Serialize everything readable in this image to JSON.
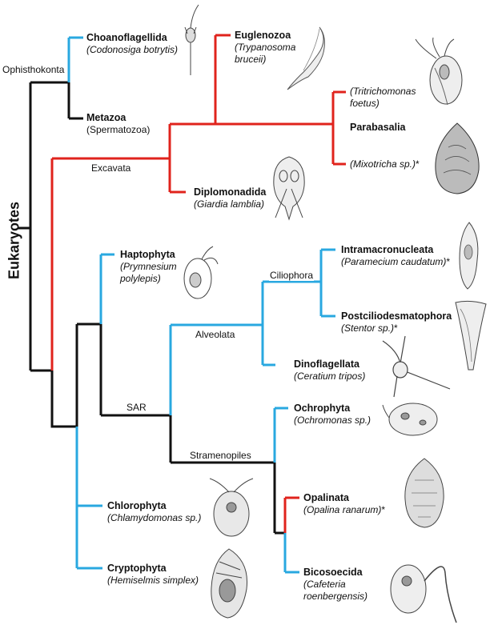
{
  "colors": {
    "blue": "#29a8e0",
    "red": "#e0231c",
    "black": "#111111"
  },
  "root_label": "Eukaryotes",
  "clades": {
    "ophisthokonta": "Ophisthokonta",
    "excavata": "Excavata",
    "sar": "SAR",
    "alveolata": "Alveolata",
    "ciliophora": "Ciliophora",
    "stramenopiles": "Stramenopiles"
  },
  "taxa": {
    "choanoflagellida": {
      "name": "Choanoflagellida",
      "species": "(Codonosiga botrytis)"
    },
    "metazoa": {
      "name": "Metazoa",
      "species": "(Spermatozoa)"
    },
    "euglenozoa": {
      "name": "Euglenozoa",
      "species1": "(Trypanosoma",
      "species2": "bruceii)"
    },
    "tritrichomonas": {
      "species1": "(Tritrichomonas",
      "species2": "foetus)"
    },
    "parabasalia": {
      "name": "Parabasalia"
    },
    "mixotricha": {
      "species": "(Mixotricha sp.)",
      "mark": "*"
    },
    "diplomonadida": {
      "name": "Diplomonadida",
      "species": "(Giardia lamblia)"
    },
    "haptophyta": {
      "name": "Haptophyta",
      "species1": "(Prymnesium",
      "species2": "polylepis)"
    },
    "intramacronucleata": {
      "name": "Intramacronucleata",
      "species": "(Paramecium caudatum)",
      "mark": "*"
    },
    "postciliodesmatophora": {
      "name": "Postciliodesmatophora",
      "species": "(Stentor sp.)",
      "mark": "*"
    },
    "dinoflagellata": {
      "name": "Dinoflagellata",
      "species": "(Ceratium tripos)"
    },
    "ochrophyta": {
      "name": "Ochrophyta",
      "species": "(Ochromonas sp.)"
    },
    "opalinata": {
      "name": "Opalinata",
      "species": "(Opalina ranarum)",
      "mark": "*"
    },
    "chlorophyta": {
      "name": "Chlorophyta",
      "species": "(Chlamydomonas sp.)"
    },
    "cryptophyta": {
      "name": "Cryptophyta",
      "species": "(Hemiselmis simplex)"
    },
    "bicosoecida": {
      "name": "Bicosoecida",
      "species1": "(Cafeteria",
      "species2": "roenbergensis)"
    }
  }
}
